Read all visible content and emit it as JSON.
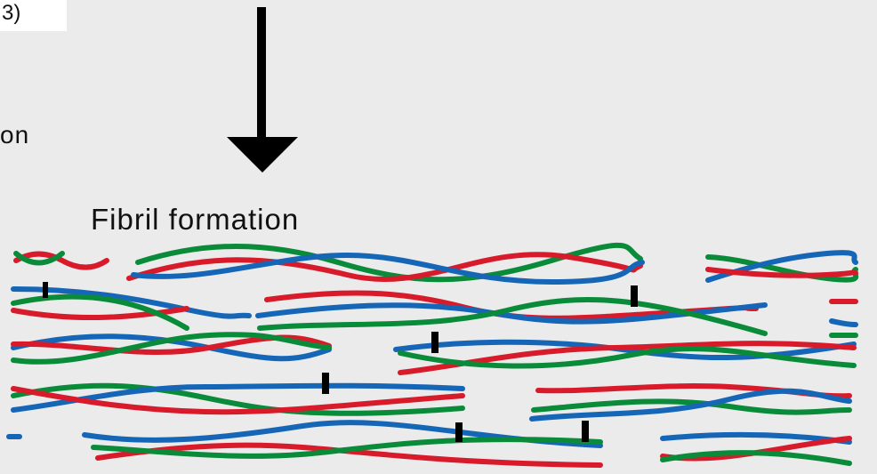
{
  "diagram": {
    "top_label": "3)",
    "left_fragment": "on",
    "title": "Fibril formation"
  },
  "colors": {
    "red": "#d81b2b",
    "green": "#0a8b3a",
    "blue": "#1666b8",
    "black": "#000000",
    "background": "#ebebeb"
  },
  "legend": []
}
